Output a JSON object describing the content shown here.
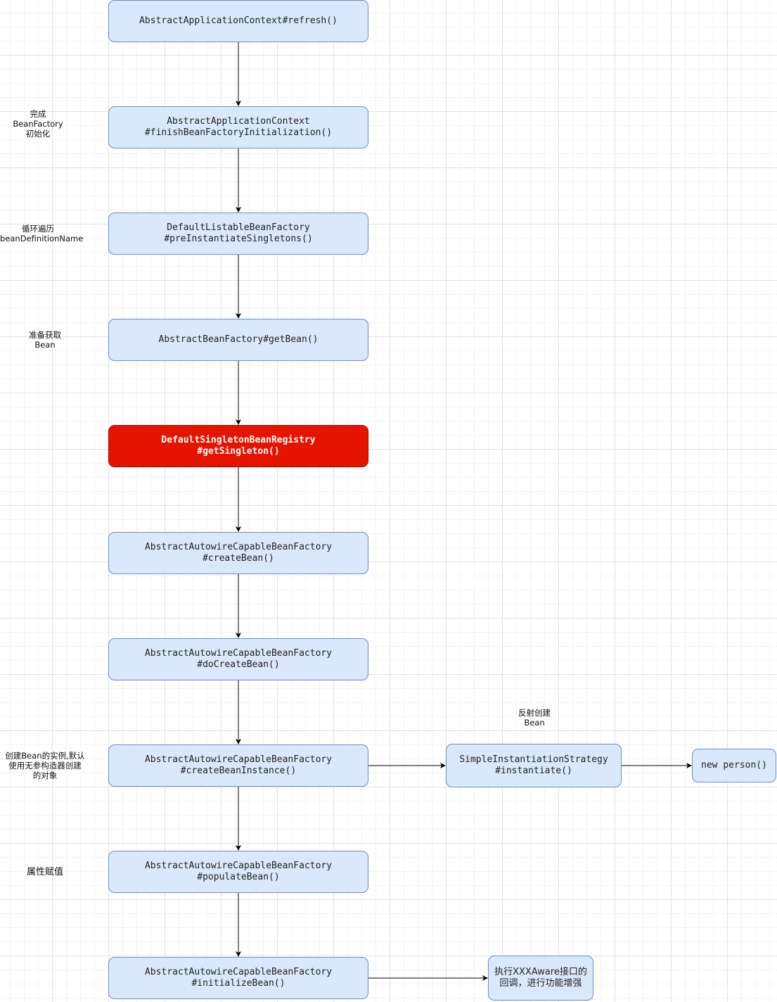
{
  "flow": {
    "refresh": "AbstractApplicationContext#refresh()",
    "finish_init": "AbstractApplicationContext\n#finishBeanFactoryInitialization()",
    "pre_instantiate": "DefaultListableBeanFactory\n#preInstantiateSingletons()",
    "get_bean": "AbstractBeanFactory#getBean()",
    "get_singleton": "DefaultSingletonBeanRegistry\n#getSingleton()",
    "create_bean": "AbstractAutowireCapableBeanFactory\n#createBean()",
    "do_create_bean": "AbstractAutowireCapableBeanFactory\n#doCreateBean()",
    "create_bean_instance": "AbstractAutowireCapableBeanFactory\n#createBeanInstance()",
    "instantiate": "SimpleInstantiationStrategy\n#instantiate()",
    "new_person": "new person()",
    "populate_bean": "AbstractAutowireCapableBeanFactory\n#populateBean()",
    "initialize_bean": "AbstractAutowireCapableBeanFactory\n#initializeBean()",
    "aware_callback": "执行XXXAware接口的\n回调，进行功能增强"
  },
  "notes": {
    "finish_init": "完成\nBeanFactory\n初始化",
    "loop": "循环遍历\nbeanDefinitionName",
    "prepare_get": "准备获取\nBean",
    "create_instance": "创建Bean的实例,默认\n使用无参构造器创建\n的对象",
    "reflect_create": "反射创建\nBean",
    "populate": "属性赋值"
  },
  "colors": {
    "node_fill": "#dae8fc",
    "node_border": "#6c8ebf",
    "highlight_fill": "#e51400",
    "arrow": "#000000"
  }
}
